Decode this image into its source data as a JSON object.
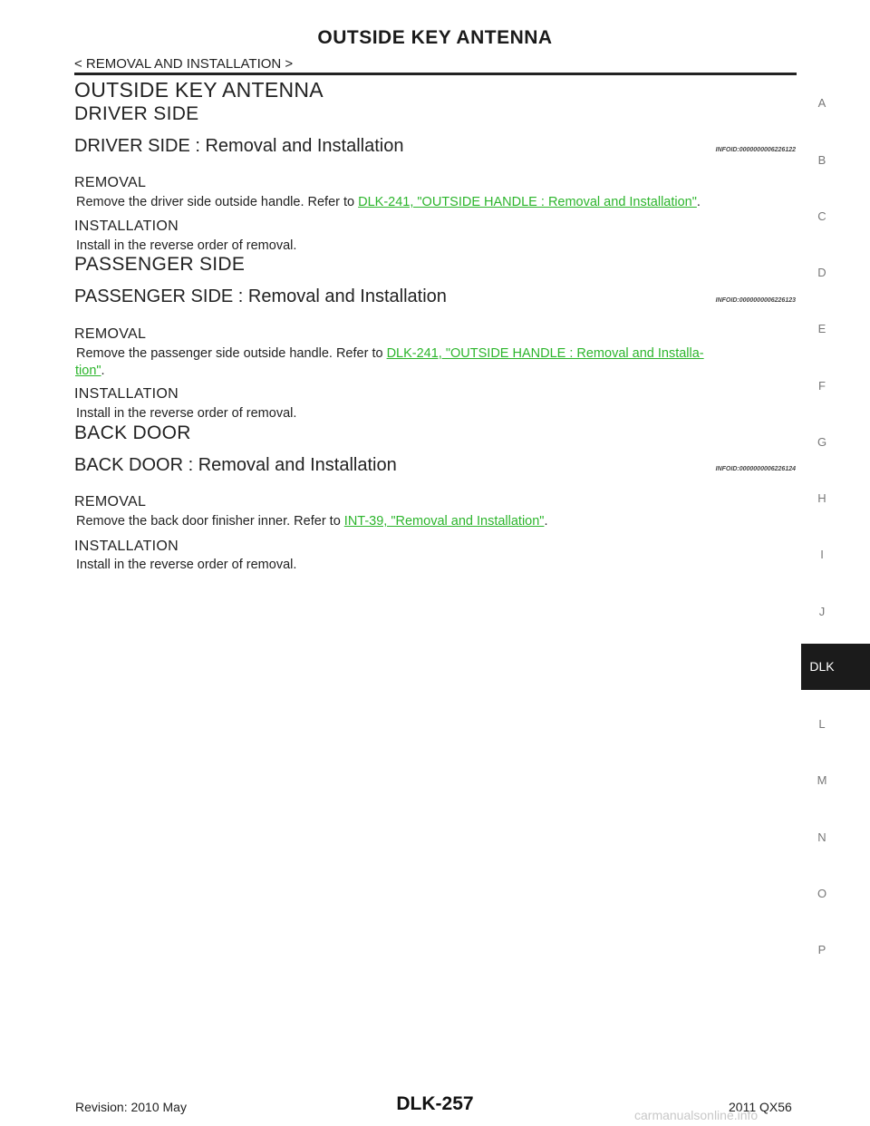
{
  "header": {
    "title": "OUTSIDE KEY ANTENNA",
    "breadcrumb": "< REMOVAL AND INSTALLATION >"
  },
  "main": {
    "title": "OUTSIDE KEY ANTENNA",
    "sections": [
      {
        "heading": "DRIVER SIDE",
        "subheading": "DRIVER SIDE : Removal and Installation",
        "infoid": "INFOID:0000000006226122",
        "removal_label": "REMOVAL",
        "removal_text_before": "Remove the driver side outside handle. Refer to ",
        "removal_link": "DLK-241, \"OUTSIDE HANDLE : Removal and Installation\"",
        "removal_text_after": ".",
        "installation_label": "INSTALLATION",
        "installation_text": "Install in the reverse order of removal."
      },
      {
        "heading": "PASSENGER SIDE",
        "subheading": "PASSENGER SIDE : Removal and Installation",
        "infoid": "INFOID:0000000006226123",
        "removal_label": "REMOVAL",
        "removal_text_before": "Remove the passenger side outside handle. Refer to ",
        "removal_link_line1": "DLK-241, \"OUTSIDE HANDLE : Removal and Installa-",
        "removal_link_line2": "tion\"",
        "removal_text_after": ".",
        "installation_label": "INSTALLATION",
        "installation_text": "Install in the reverse order of removal."
      },
      {
        "heading": "BACK DOOR",
        "subheading": "BACK DOOR : Removal and Installation",
        "infoid": "INFOID:0000000006226124",
        "removal_label": "REMOVAL",
        "removal_text_before": "Remove the back door finisher inner. Refer to ",
        "removal_link": "INT-39, \"Removal and Installation\"",
        "removal_text_after": ".",
        "installation_label": "INSTALLATION",
        "installation_text": "Install in the reverse order of removal."
      }
    ]
  },
  "side_index": {
    "letters": [
      "A",
      "B",
      "C",
      "D",
      "E",
      "F",
      "G",
      "H",
      "I",
      "J",
      "L",
      "M",
      "N",
      "O",
      "P"
    ],
    "active": "DLK"
  },
  "footer": {
    "revision": "Revision: 2010 May",
    "page_number": "DLK-257",
    "model": "2011 QX56",
    "watermark": "carmanualsonline.info"
  },
  "colors": {
    "link": "#2cb52c",
    "active_tab_bg": "#1b1b1b"
  }
}
